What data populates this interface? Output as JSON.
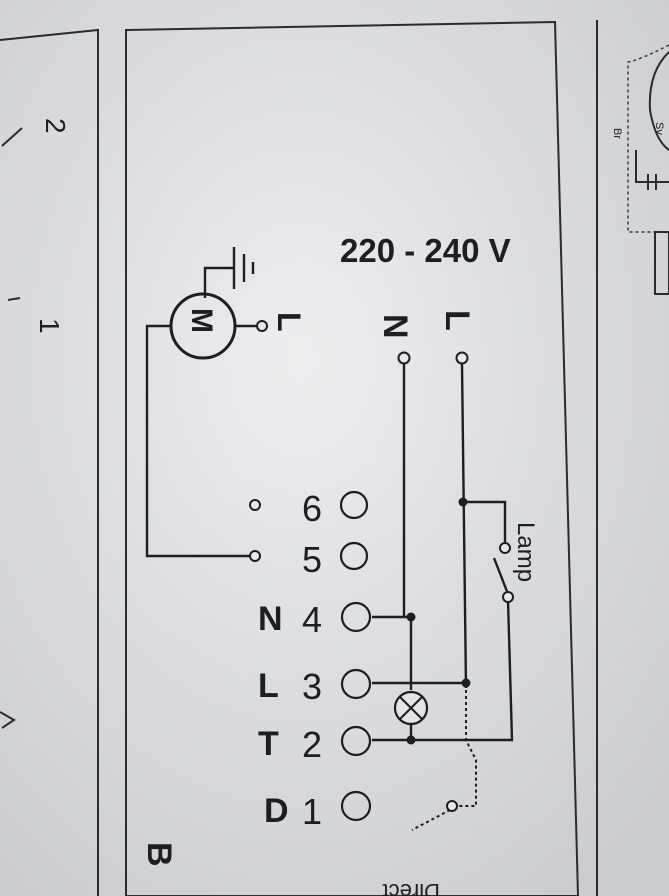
{
  "panel": {
    "letter": "B",
    "voltage": "220 - 240 V",
    "supply_n": "N",
    "supply_l": "L",
    "motor_symbol": "M",
    "motor_l": "L",
    "lamp_label": "Lamp",
    "direct_label": "Direct"
  },
  "terminals": [
    {
      "prefix": "",
      "number": "6"
    },
    {
      "prefix": "",
      "number": "5"
    },
    {
      "prefix": "N",
      "number": "4"
    },
    {
      "prefix": "L",
      "number": "3"
    },
    {
      "prefix": "T",
      "number": "2"
    },
    {
      "prefix": "D",
      "number": "1"
    }
  ],
  "left_panel": {
    "label_1": "1",
    "label_2": "2"
  },
  "right_panel": {
    "label_br": "Br",
    "label_sv": "Sv"
  },
  "colors": {
    "paper": "#e4e6e9",
    "ink": "#1e1e22",
    "background": "#c9ccd1"
  }
}
